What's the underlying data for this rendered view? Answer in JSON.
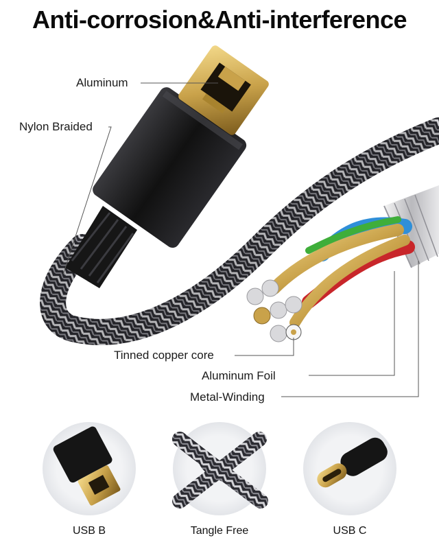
{
  "headline": "Anti-corrosion&Anti-interference",
  "callouts": {
    "aluminum": "Aluminum",
    "nylon_braided": "Nylon Braided",
    "tinned_copper_core": "Tinned copper core",
    "aluminum_foil": "Aluminum Foil",
    "metal_winding": "Metal-Winding"
  },
  "features": [
    {
      "label": "USB B",
      "icon": "usb-b-connector-icon"
    },
    {
      "label": "Tangle Free",
      "icon": "braided-knot-icon"
    },
    {
      "label": "USB C",
      "icon": "usb-c-connector-icon"
    }
  ],
  "colors": {
    "gold": "#c9a24a",
    "connector_black": "#151515",
    "braid_light": "#c8c8cc",
    "braid_dark": "#2a2a30",
    "core_blue": "#2f8fd8",
    "core_red": "#c8262a",
    "core_green": "#3fae3a"
  }
}
